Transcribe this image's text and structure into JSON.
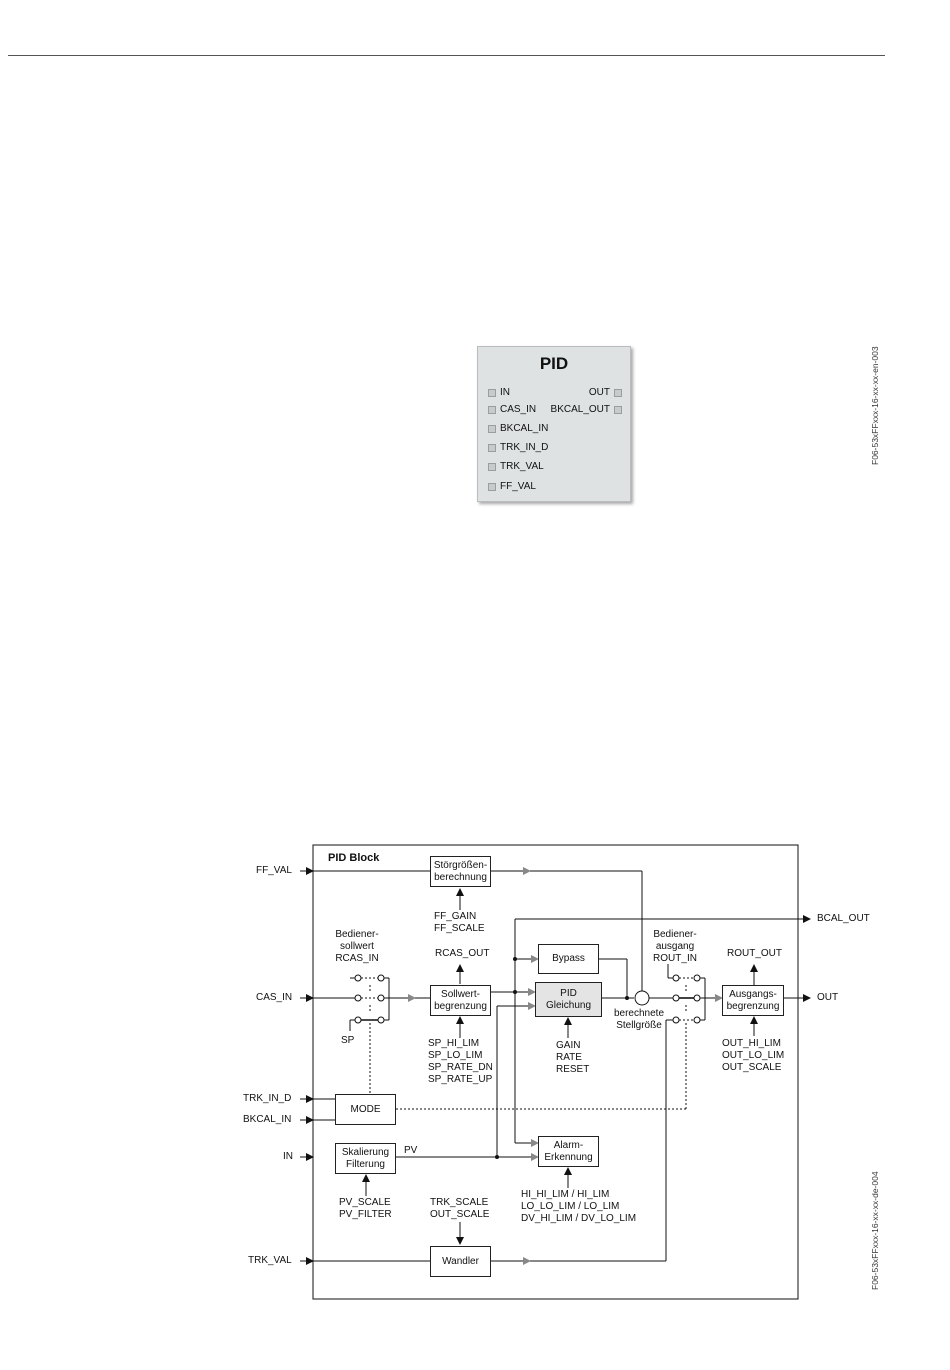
{
  "side_labels": {
    "top": "F06-53xFFxxx-16-xx-xx-en-003",
    "bottom": "F06-53xFFxxx-16-xx-xx-de-004"
  },
  "pid_symbol": {
    "title": "PID",
    "inputs": [
      "IN",
      "CAS_IN",
      "BKCAL_IN",
      "TRK_IN_D",
      "TRK_VAL",
      "FF_VAL"
    ],
    "outputs": [
      "OUT",
      "BKCAL_OUT"
    ]
  },
  "block_diagram": {
    "frame_title": "PID Block",
    "ext_inputs": {
      "ff_val": "FF_VAL",
      "cas_in": "CAS_IN",
      "trk_in_d": "TRK_IN_D",
      "bkcal_in": "BKCAL_IN",
      "in": "IN",
      "trk_val": "TRK_VAL"
    },
    "ext_outputs": {
      "bcal_out": "BCAL_OUT",
      "out": "OUT"
    },
    "boxes": {
      "stoergroessen": [
        "Störgrößen-",
        "berechnung"
      ],
      "sollwert": [
        "Sollwert-",
        "begrenzung"
      ],
      "bypass": [
        "Bypass"
      ],
      "pid": [
        "PID",
        "Gleichung"
      ],
      "ausgang": [
        "Ausgangs-",
        "begrenzung"
      ],
      "mode": [
        "MODE"
      ],
      "skalierung": [
        "Skalierung",
        "Filterung"
      ],
      "alarm": [
        "Alarm-",
        "Erkennung"
      ],
      "wandler": [
        "Wandler"
      ]
    },
    "params": {
      "ff": [
        "FF_GAIN",
        "FF_SCALE"
      ],
      "rcas_out": "RCAS_OUT",
      "bediener_sollwert": [
        "Bediener-",
        "sollwert",
        "RCAS_IN"
      ],
      "sp": "SP",
      "sp_limits": [
        "SP_HI_LIM",
        "SP_LO_LIM",
        "SP_RATE_DN",
        "SP_RATE_UP"
      ],
      "pid_params": [
        "GAIN",
        "RATE",
        "RESET"
      ],
      "berechnete": [
        "berechnete",
        "Stellgröße"
      ],
      "bediener_ausgang": [
        "Bediener-",
        "ausgang",
        "ROUT_IN"
      ],
      "rout_out": "ROUT_OUT",
      "out_limits": [
        "OUT_HI_LIM",
        "OUT_LO_LIM",
        "OUT_SCALE"
      ],
      "pv": "PV",
      "pv_params": [
        "PV_SCALE",
        "PV_FILTER"
      ],
      "trk_params": [
        "TRK_SCALE",
        "OUT_SCALE"
      ],
      "alarm_limits": [
        "HI_HI_LIM / HI_LIM",
        "LO_LO_LIM / LO_LIM",
        "DV_HI_LIM / DV_LO_LIM"
      ]
    }
  }
}
